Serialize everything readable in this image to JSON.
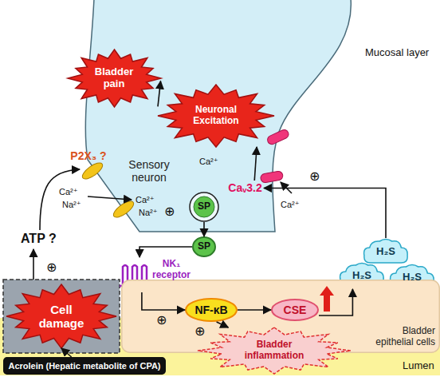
{
  "diagram": {
    "nodes": [
      {
        "text": [
          "Sensory neuron"
        ]
      },
      {
        "text": [
          "Bladder pain"
        ],
        "in": 0
      },
      {
        "text": [
          "Neuronal Excitation"
        ],
        "in": 0
      },
      {
        "text": [
          "SP"
        ],
        "in": 0
      },
      {
        "text": [
          "P2X₃ ?"
        ]
      },
      {
        "text": [
          "Caᵥ3.2"
        ]
      },
      {
        "text": [
          "SP"
        ]
      },
      {
        "text": [
          "NK₁ receptor"
        ]
      },
      {
        "text": [
          "H₂S"
        ]
      },
      {
        "text": [
          "H₂S"
        ]
      },
      {
        "text": [
          "H₂S"
        ]
      },
      {
        "text": [
          "Cell damage"
        ]
      },
      {
        "text": [
          "Bladder epithelial cells"
        ]
      },
      {
        "text": [
          "NF-κB"
        ],
        "in": 12
      },
      {
        "text": [
          "CSE"
        ],
        "in": 12
      },
      {
        "text": [
          "Bladder inflammation"
        ]
      },
      {
        "text": [
          "Acrolein (Hepatic metabolite of CPA)"
        ]
      }
    ],
    "edges": [
      {
        "from": 16,
        "to": 11,
        "arrow": "to"
      },
      {
        "from": 3,
        "to": 6,
        "arrow": "to"
      },
      {
        "from": 6,
        "to": 7,
        "arrow": "to"
      },
      {
        "from": 7,
        "to": 13,
        "arrow": "to"
      },
      {
        "from": 13,
        "to": 14,
        "arrow": "to"
      },
      {
        "from": 13,
        "to": 15,
        "arrow": "to"
      },
      {
        "from": 14,
        "to": 9,
        "arrow": "to"
      },
      {
        "from": 8,
        "to": 5,
        "arrow": "to"
      },
      {
        "from": 5,
        "to": 2,
        "arrow": "to"
      },
      {
        "from": 2,
        "to": 1,
        "arrow": "to"
      }
    ],
    "labels": [
      "Mucosal layer",
      "ATP ?",
      "⊕",
      "Ca²⁺",
      "Na²⁺",
      "Ca²⁺",
      "Na²⁺",
      "⊕",
      "Ca²⁺",
      "Ca²⁺",
      "⊕",
      "⊕",
      "⊕",
      "Lumen"
    ]
  }
}
